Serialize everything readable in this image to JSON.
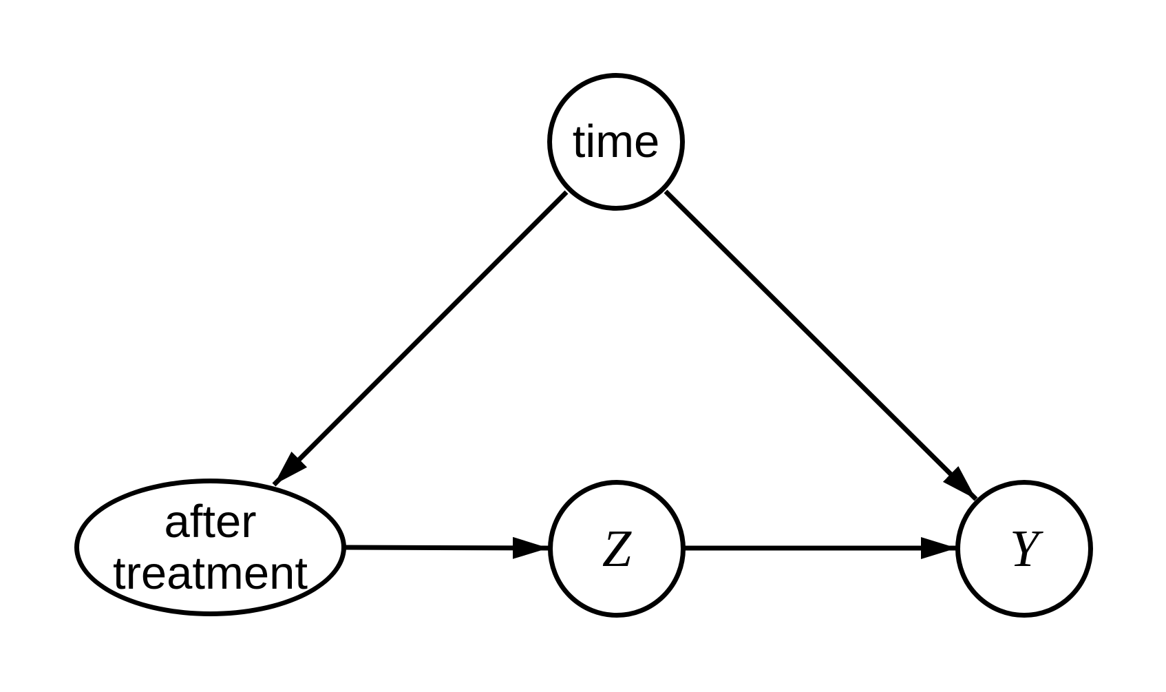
{
  "diagram": {
    "type": "causal-dag",
    "background_color": "#ffffff",
    "stroke_color": "#000000",
    "nodes": [
      {
        "id": "time",
        "label": "time",
        "shape": "circle"
      },
      {
        "id": "after-treatment",
        "label": "after treatment",
        "label_line1": "after",
        "label_line2": "treatment",
        "shape": "ellipse"
      },
      {
        "id": "z",
        "label": "Z",
        "shape": "circle"
      },
      {
        "id": "y",
        "label": "Y",
        "shape": "circle"
      }
    ],
    "edges": [
      {
        "from": "time",
        "to": "after treatment",
        "directed": true
      },
      {
        "from": "time",
        "to": "Y",
        "directed": true
      },
      {
        "from": "after treatment",
        "to": "Z",
        "directed": true
      },
      {
        "from": "Z",
        "to": "Y",
        "directed": true
      }
    ]
  }
}
